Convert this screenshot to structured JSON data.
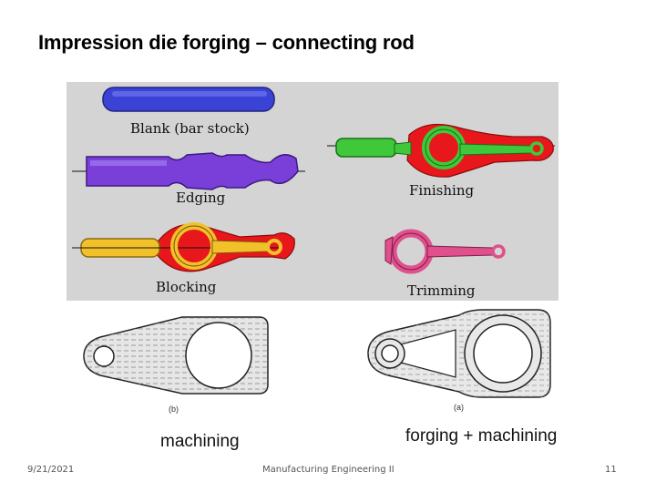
{
  "slide": {
    "title": "Impression die forging – connecting rod"
  },
  "stages": {
    "blank": "Blank (bar stock)",
    "edging": "Edging",
    "blocking": "Blocking",
    "finishing": "Finishing",
    "trimming": "Trimming"
  },
  "drawings": {
    "left_tag": "(b)",
    "right_tag": "(a)",
    "left_caption": "machining",
    "right_caption": "forging + machining"
  },
  "footer": {
    "date": "9/21/2021",
    "course": "Manufacturing Engineering II",
    "page": "11"
  },
  "colors": {
    "bar_blue": "#3b43d6",
    "bar_purple": "#7a3fd8",
    "bar_yellow": "#f2c12a",
    "flash_red": "#e8171b",
    "rod_green": "#3ec83a",
    "rod_pink": "#e0508c",
    "panel_gray": "#d4d4d4"
  }
}
